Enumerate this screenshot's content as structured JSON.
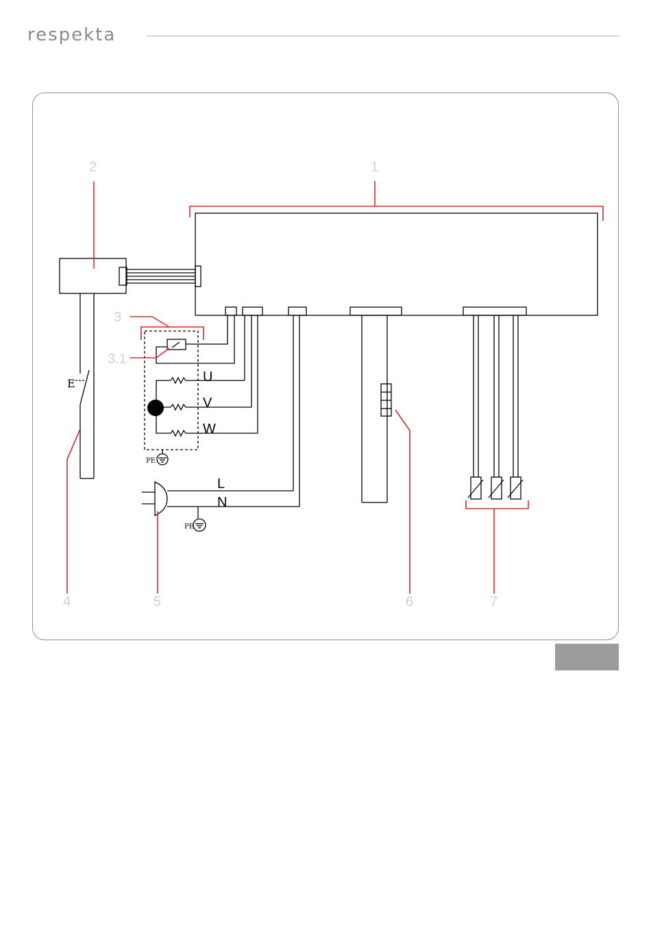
{
  "header": {
    "brand": "respekta"
  },
  "diagram": {
    "callouts": {
      "c1": "1",
      "c2": "2",
      "c3": "3",
      "c3_1": "3.1",
      "c4": "4",
      "c5": "5",
      "c6": "6",
      "c7": "7"
    },
    "motor_phases": {
      "u": "U",
      "v": "V",
      "w": "W"
    },
    "mains": {
      "l": "L",
      "n": "N"
    },
    "pe_label": "PE",
    "switch_symbol": "E"
  },
  "colors": {
    "callout_line": "#e0262b",
    "callout_text": "#d0d0d0",
    "wire": "#000000",
    "panel_border": "#8e8e8e",
    "page_tab": "#9c9c9c"
  }
}
